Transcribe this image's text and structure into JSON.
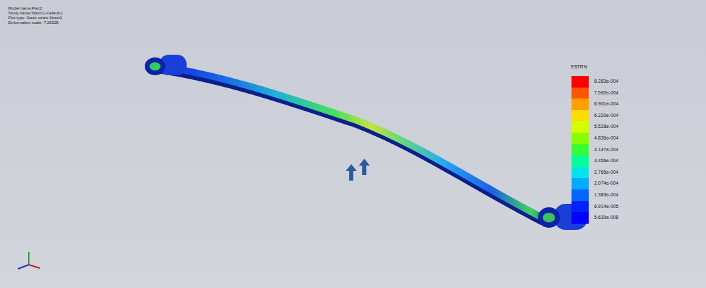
{
  "diagram": {
    "labels": [
      "Model name:Part2",
      "Study name:Static1(-Default-)",
      "Plot type: Static strain Strain1",
      "Deformation scale: 7.26328",
      "ESTRN"
    ],
    "legend": [
      {
        "text": "8.283e-004",
        "color": "#ff0000"
      },
      {
        "text": "7.592e-004",
        "color": "#ff5500"
      },
      {
        "text": "6.901e-004",
        "color": "#ffa000"
      },
      {
        "text": "6.220e-004",
        "color": "#ffdd00"
      },
      {
        "text": "5.528e-004",
        "color": "#d4ff00"
      },
      {
        "text": "4.836e-004",
        "color": "#88ff00"
      },
      {
        "text": "4.147e-004",
        "color": "#33ff33"
      },
      {
        "text": "3.456e-004",
        "color": "#00ff99"
      },
      {
        "text": "2.765e-004",
        "color": "#00e6e6"
      },
      {
        "text": "2.074e-004",
        "color": "#00aaff"
      },
      {
        "text": "1.383e-004",
        "color": "#0066ff"
      },
      {
        "text": "6.914e-005",
        "color": "#0022ff"
      },
      {
        "text": "5.630e-008",
        "color": "#0000ff"
      }
    ]
  }
}
